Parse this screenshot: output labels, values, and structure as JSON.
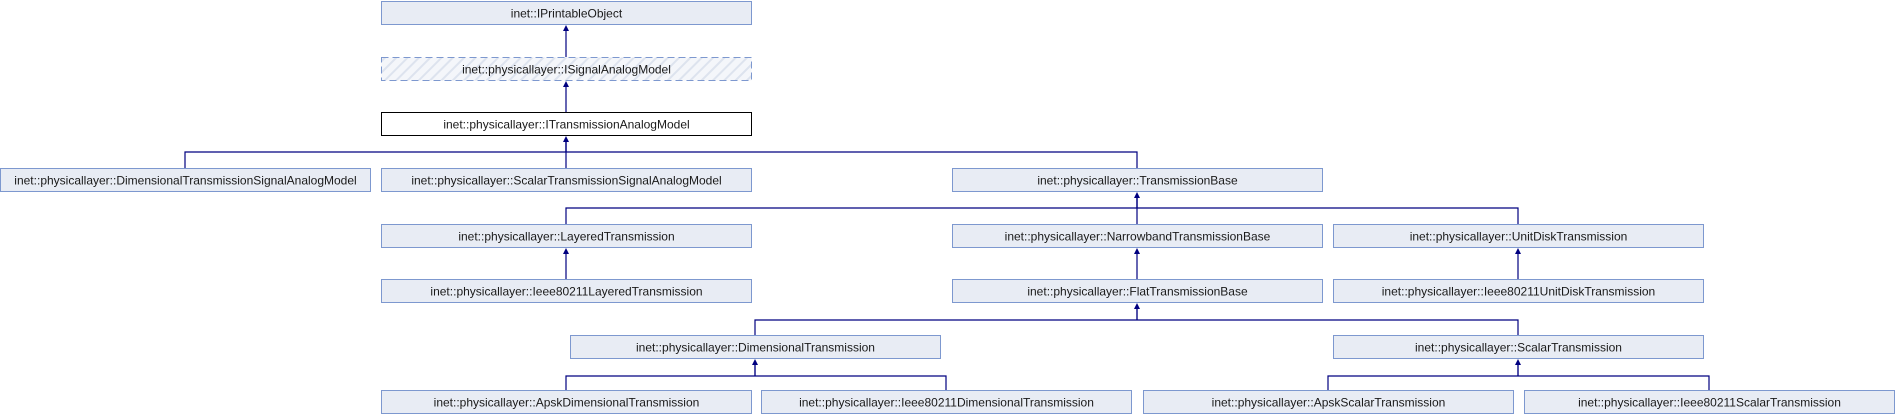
{
  "diagram": {
    "type": "inheritance",
    "current_class": "inet::physicallayer::ITransmissionAnalogModel",
    "classes": [
      {
        "id": "printable",
        "name": "inet::IPrintableObject",
        "parent": null,
        "style": "normal"
      },
      {
        "id": "signal",
        "name": "inet::physicallayer::ISignalAnalogModel",
        "parent": "printable",
        "style": "undocumented"
      },
      {
        "id": "itrans",
        "name": "inet::physicallayer::ITransmissionAnalogModel",
        "parent": "signal",
        "style": "current"
      },
      {
        "id": "dimsig",
        "name": "inet::physicallayer::DimensionalTransmissionSignalAnalogModel",
        "parent": "itrans",
        "style": "normal"
      },
      {
        "id": "scalsig",
        "name": "inet::physicallayer::ScalarTransmissionSignalAnalogModel",
        "parent": "itrans",
        "style": "normal"
      },
      {
        "id": "tbase",
        "name": "inet::physicallayer::TransmissionBase",
        "parent": "itrans",
        "style": "normal"
      },
      {
        "id": "layered",
        "name": "inet::physicallayer::LayeredTransmission",
        "parent": "tbase",
        "style": "normal"
      },
      {
        "id": "narrow",
        "name": "inet::physicallayer::NarrowbandTransmissionBase",
        "parent": "tbase",
        "style": "normal"
      },
      {
        "id": "unitdisk",
        "name": "inet::physicallayer::UnitDiskTransmission",
        "parent": "tbase",
        "style": "normal"
      },
      {
        "id": "ieeelayered",
        "name": "inet::physicallayer::Ieee80211LayeredTransmission",
        "parent": "layered",
        "style": "normal"
      },
      {
        "id": "flat",
        "name": "inet::physicallayer::FlatTransmissionBase",
        "parent": "narrow",
        "style": "normal"
      },
      {
        "id": "ieeeunitdisk",
        "name": "inet::physicallayer::Ieee80211UnitDiskTransmission",
        "parent": "unitdisk",
        "style": "normal"
      },
      {
        "id": "dimtrans",
        "name": "inet::physicallayer::DimensionalTransmission",
        "parent": "flat",
        "style": "normal"
      },
      {
        "id": "scaltrans",
        "name": "inet::physicallayer::ScalarTransmission",
        "parent": "flat",
        "style": "normal"
      },
      {
        "id": "apskdim",
        "name": "inet::physicallayer::ApskDimensionalTransmission",
        "parent": "dimtrans",
        "style": "normal"
      },
      {
        "id": "ieeedim",
        "name": "inet::physicallayer::Ieee80211DimensionalTransmission",
        "parent": "dimtrans",
        "style": "normal"
      },
      {
        "id": "apskscal",
        "name": "inet::physicallayer::ApskScalarTransmission",
        "parent": "scaltrans",
        "style": "normal"
      },
      {
        "id": "ieeescal",
        "name": "inet::physicallayer::Ieee80211ScalarTransmission",
        "parent": "scaltrans",
        "style": "normal"
      }
    ]
  },
  "colors": {
    "edge": "#000080",
    "box_fill": "#e8ecf4",
    "box_border": "#7d98cf"
  }
}
